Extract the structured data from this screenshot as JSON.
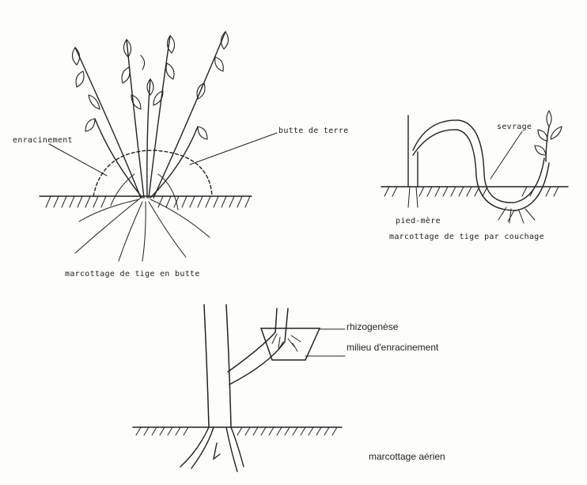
{
  "figure_1": {
    "caption": "marcottage de tige en butte",
    "label_roots": "enracinement",
    "label_mound": "butte de terre"
  },
  "figure_2": {
    "caption": "marcottage de tige par couchage",
    "label_weaning": "sevrage",
    "label_mother": "pied-mère"
  },
  "figure_3": {
    "caption": "marcottage aérien",
    "label_rhizo": "rhizogenèse",
    "label_medium": "milieu d'enracinement"
  },
  "colors": {
    "ink": "#222222",
    "paper": "#fdfdfb"
  }
}
